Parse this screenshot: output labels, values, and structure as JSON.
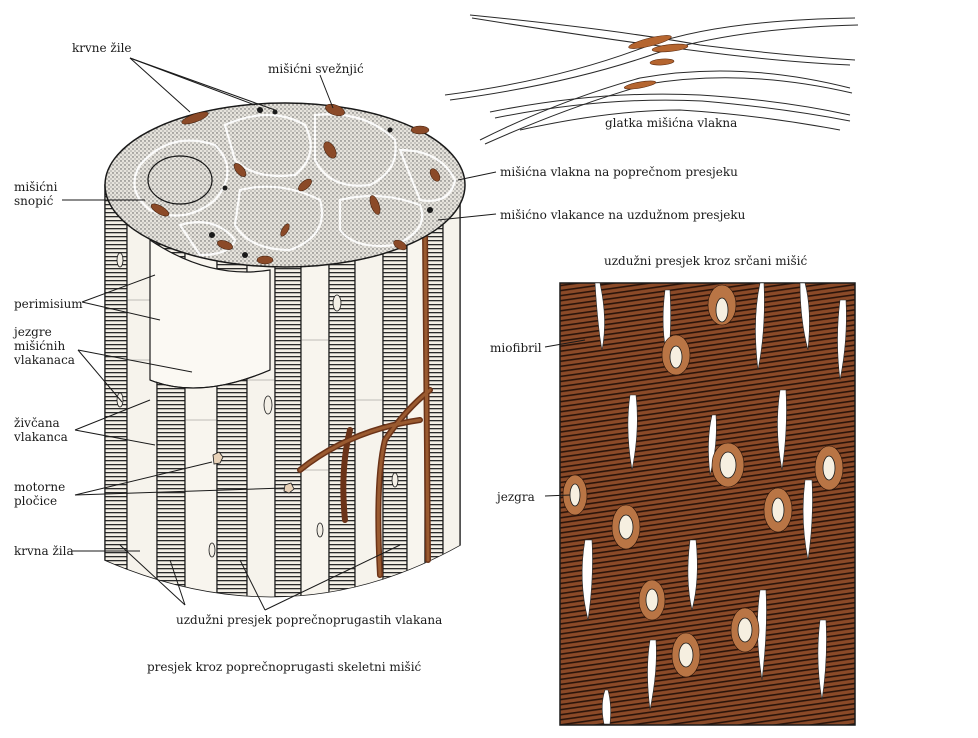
{
  "labels": {
    "krvne_zile": "krvne žile",
    "misicni_svezjic": "mišićni svežnjić",
    "glatka_misicna_vlakna": "glatka mišićna vlakna",
    "misicni_snopic_1": "mišićni",
    "misicni_snopic_2": "snopić",
    "misicna_vlakna_poprecni": "mišićna vlakna na poprečnom presjeku",
    "misicno_vlakance_uzduzni": "mišićno vlakance na uzdužnom presjeku",
    "uzduzni_srcani": "uzdužni presjek kroz srčani mišić",
    "perimisium": "perimisium",
    "jezgre_1": "jezgre",
    "jezgre_2": "mišićnih",
    "jezgre_3": "vlakanaca",
    "miofibril": "miofibril",
    "zivcana_1": "živčana",
    "zivcana_2": "vlakanca",
    "jezgra": "jezgra",
    "motorne_1": "motorne",
    "motorne_2": "pločice",
    "krvna_zila": "krvna žila",
    "uzduzni_poprecnoprugastih": "uzdužni presjek poprečnoprugastih vlakana",
    "presjek_skeletni": "presjek kroz poprečnoprugasti skeletni mišić"
  },
  "colors": {
    "ink": "#1a1a1a",
    "muscle_brown": "#8b4a28",
    "vessel_brown": "#9a5a30",
    "fiber_light": "#f3efe6",
    "stipple": "#6b6b6b"
  }
}
